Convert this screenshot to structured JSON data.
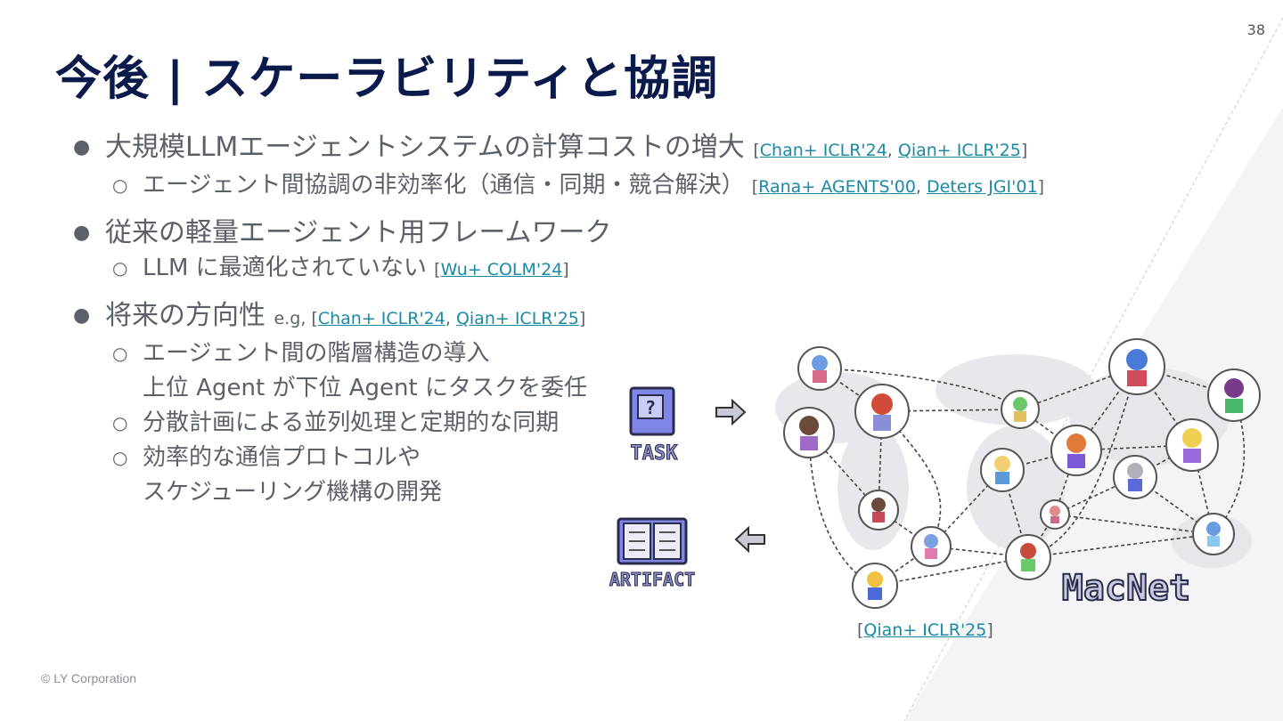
{
  "page_number": "38",
  "title": "今後 | スケーラビリティと協調",
  "bullets": [
    {
      "text": "大規模LLMエージェントシステムの計算コストの増大",
      "cites": [
        "Chan+ ICLR'24",
        "Qian+ ICLR'25"
      ],
      "subs": [
        {
          "lines": [
            "エージェント間協調の非効率化（通信・同期・競合解決）"
          ],
          "cites": [
            "Rana+ AGENTS'00",
            "Deters JGI'01"
          ]
        }
      ]
    },
    {
      "text": "従来の軽量エージェント用フレームワーク",
      "cites": [],
      "subs": [
        {
          "lines": [
            "LLM に最適化されていない"
          ],
          "cites": [
            "Wu+ COLM'24"
          ]
        }
      ]
    },
    {
      "text": "将来の方向性",
      "prefix": "e.g,",
      "cites": [
        "Chan+ ICLR'24",
        "Qian+ ICLR'25"
      ],
      "subs": [
        {
          "lines": [
            "エージェント間の階層構造の導入",
            "上位 Agent が下位 Agent にタスクを委任"
          ],
          "cites": []
        },
        {
          "lines": [
            "分散計画による並列処理と定期的な同期"
          ],
          "cites": []
        },
        {
          "lines": [
            "効率的な通信プロトコルや",
            "スケジューリング機構の開発"
          ],
          "cites": []
        }
      ]
    }
  ],
  "figure": {
    "task_label": "TASK",
    "artifact_label": "ARTIFACT",
    "net_label": "MacNet",
    "cite": "Qian+ ICLR'25"
  },
  "colors": {
    "title": "#0a1a4a",
    "link": "#1a8aa5",
    "text": "#5b6069",
    "accent_gray": "#f2f2f4"
  },
  "footer": "© LY Corporation"
}
